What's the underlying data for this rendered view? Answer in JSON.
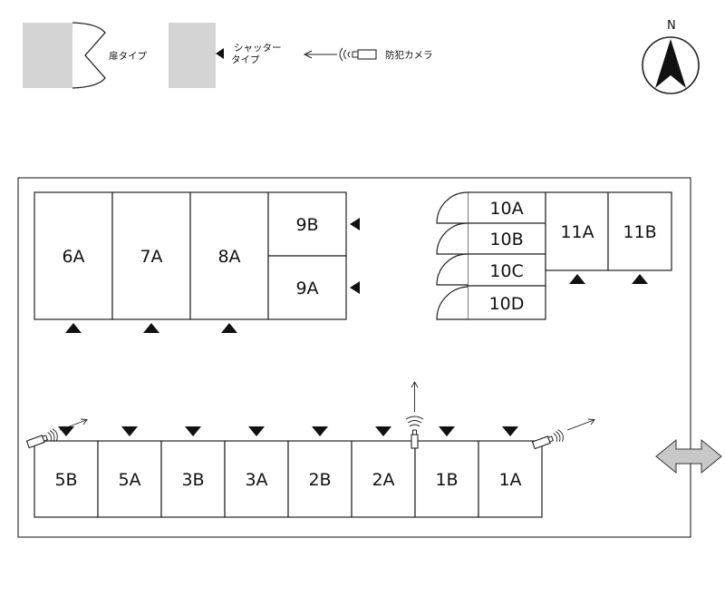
{
  "legend": {
    "door_type_label": "扉タイプ",
    "shutter_type_label_line1": "シャッター",
    "shutter_type_label_line2": "タイプ",
    "camera_label": "防犯カメラ"
  },
  "compass": {
    "north_label": "N"
  },
  "units": {
    "u6A": "6A",
    "u7A": "7A",
    "u8A": "8A",
    "u9B": "9B",
    "u9A": "9A",
    "u10A": "10A",
    "u10B": "10B",
    "u10C": "10C",
    "u10D": "10D",
    "u11A": "11A",
    "u11B": "11B",
    "u5B": "5B",
    "u5A": "5A",
    "u3B": "3B",
    "u3A": "3A",
    "u2B": "2B",
    "u2A": "2A",
    "u1B": "1B",
    "u1A": "1A"
  },
  "colors": {
    "legend_swatch": "#d4d4d4",
    "entrance_arrow": "#c8c8c8",
    "line": "#222222"
  }
}
